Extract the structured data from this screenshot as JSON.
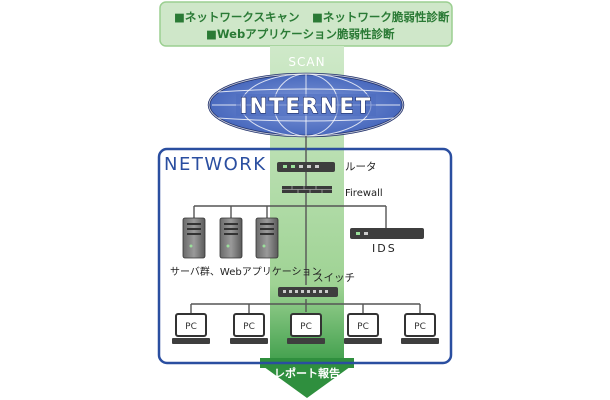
{
  "header": {
    "line1_item1": "■ネットワークスキャン",
    "line1_item2": "■ネットワーク脆弱性診断",
    "line2_item1": "■Webアプリケーション脆弱性診断"
  },
  "scan_label": "SCAN",
  "internet_label": "INTERNET",
  "network_label": "NETWORK",
  "router_label": "ルータ",
  "firewall_label": "Firewall",
  "ids_label": "IDS",
  "servers_label": "サーバ群、Webアプリケーション",
  "switch_label": "スイッチ",
  "pc_label": "PC",
  "report_label": "レポート報告",
  "colors": {
    "green_dark": "#2c8a3c",
    "green_light": "#c8e6c2",
    "green_band": "#b7dcae",
    "blue": "#2a4ea0",
    "gray_device": "#4a4a4a"
  }
}
